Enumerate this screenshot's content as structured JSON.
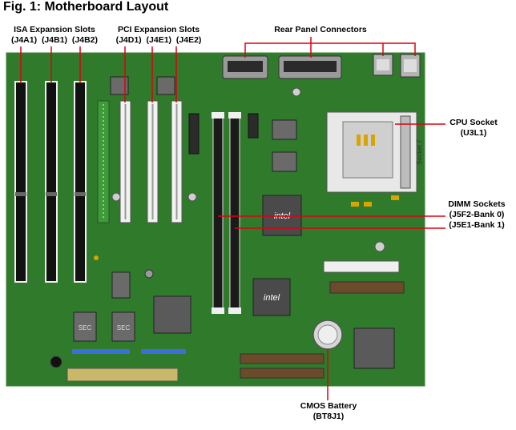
{
  "figure": {
    "title": "Fig. 1: Motherboard Layout"
  },
  "callouts": {
    "isa": {
      "title": "ISA Expansion Slots",
      "ids": [
        "(J4A1)",
        "(J4B1)",
        "(J4B2)"
      ]
    },
    "pci": {
      "title": "PCI Expansion Slots",
      "ids": [
        "(J4D1)",
        "(J4E1)",
        "(J4E2)"
      ]
    },
    "rear": {
      "title": "Rear Panel Connectors"
    },
    "cpu": {
      "title": "CPU Socket",
      "id": "(U3L1)"
    },
    "dimm": {
      "title": "DIMM Sockets",
      "bank0": "(J5F2-Bank 0)",
      "bank1": "(J5E1-Bank 1)"
    },
    "cmos": {
      "title": "CMOS Battery",
      "id": "(BT8J1)"
    }
  },
  "board_markings": {
    "socket_text": "Socket 7",
    "chip_logo": "intel",
    "chip2_logo": "intel",
    "sec_chip_a": "SEC",
    "sec_chip_b": "SEC"
  },
  "colors": {
    "pcb": "#2f7a2b",
    "callout_line": "#e0000f",
    "slot_white": "#f2f2f2",
    "slot_black": "#111111",
    "chip_gray": "#6a6a6a",
    "connector_gray": "#9a9a9a"
  }
}
